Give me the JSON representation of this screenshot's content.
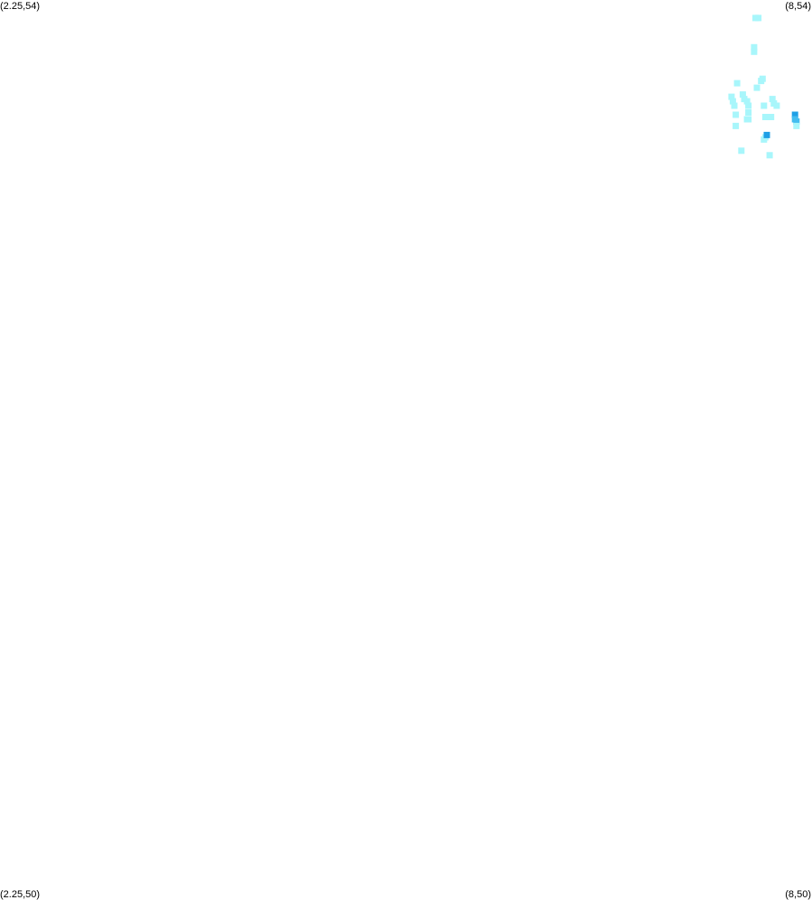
{
  "map": {
    "corners": {
      "top_left": "(2.25,54)",
      "top_right": "(8,54)",
      "bottom_left": "(2.25,50)",
      "bottom_right": "(8,50)"
    },
    "colors": {
      "background": "#ffffff",
      "low_density": "#a8f6fb",
      "mid_density": "#43bdf0",
      "high_density": "#1fa0e6"
    }
  },
  "chart_data": {
    "type": "scatter",
    "x_range": [
      2.25,
      8
    ],
    "y_range": [
      50,
      54
    ],
    "points": [
      {
        "lon": 7.6,
        "lat": 53.92,
        "level": 1
      },
      {
        "lon": 7.62,
        "lat": 53.92,
        "level": 1
      },
      {
        "lon": 7.59,
        "lat": 53.79,
        "level": 1
      },
      {
        "lon": 7.59,
        "lat": 53.77,
        "level": 1
      },
      {
        "lon": 7.47,
        "lat": 53.63,
        "level": 1
      },
      {
        "lon": 7.64,
        "lat": 53.64,
        "level": 1
      },
      {
        "lon": 7.65,
        "lat": 53.65,
        "level": 1
      },
      {
        "lon": 7.61,
        "lat": 53.61,
        "level": 1
      },
      {
        "lon": 7.43,
        "lat": 53.57,
        "level": 1
      },
      {
        "lon": 7.44,
        "lat": 53.55,
        "level": 1
      },
      {
        "lon": 7.51,
        "lat": 53.58,
        "level": 1
      },
      {
        "lon": 7.52,
        "lat": 53.56,
        "level": 1
      },
      {
        "lon": 7.45,
        "lat": 53.53,
        "level": 1
      },
      {
        "lon": 7.46,
        "lat": 53.49,
        "level": 1
      },
      {
        "lon": 7.54,
        "lat": 53.55,
        "level": 1
      },
      {
        "lon": 7.55,
        "lat": 53.53,
        "level": 1
      },
      {
        "lon": 7.55,
        "lat": 53.5,
        "level": 1
      },
      {
        "lon": 7.54,
        "lat": 53.47,
        "level": 1
      },
      {
        "lon": 7.55,
        "lat": 53.47,
        "level": 1
      },
      {
        "lon": 7.46,
        "lat": 53.44,
        "level": 1
      },
      {
        "lon": 7.66,
        "lat": 53.53,
        "level": 1
      },
      {
        "lon": 7.67,
        "lat": 53.48,
        "level": 1
      },
      {
        "lon": 7.72,
        "lat": 53.56,
        "level": 1
      },
      {
        "lon": 7.73,
        "lat": 53.54,
        "level": 1
      },
      {
        "lon": 7.75,
        "lat": 53.53,
        "level": 1
      },
      {
        "lon": 7.71,
        "lat": 53.48,
        "level": 1
      },
      {
        "lon": 7.66,
        "lat": 53.38,
        "level": 1
      },
      {
        "lon": 7.67,
        "lat": 53.39,
        "level": 1
      },
      {
        "lon": 7.5,
        "lat": 53.33,
        "level": 1
      },
      {
        "lon": 7.7,
        "lat": 53.31,
        "level": 1
      },
      {
        "lon": 7.68,
        "lat": 53.4,
        "level": 3
      },
      {
        "lon": 7.88,
        "lat": 53.49,
        "level": 3
      },
      {
        "lon": 7.88,
        "lat": 53.47,
        "level": 2
      },
      {
        "lon": 7.89,
        "lat": 53.46,
        "level": 2
      },
      {
        "lon": 7.89,
        "lat": 53.44,
        "level": 1
      }
    ]
  }
}
